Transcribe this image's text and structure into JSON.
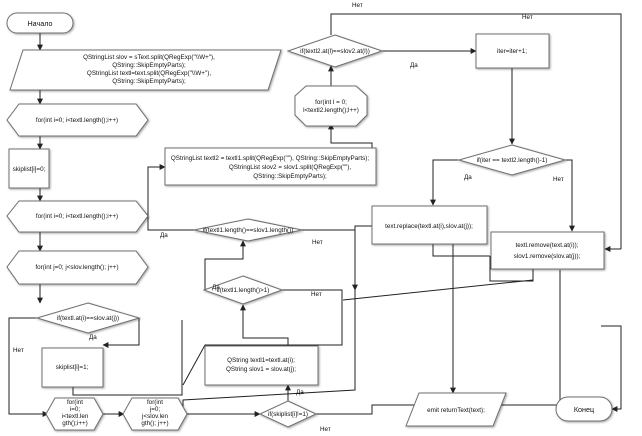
{
  "nodes": {
    "start": "Начало",
    "split_text": [
      "QStringList slov = sText.split(QRegExp(\"\\\\W+\"),",
      "QString::SkipEmptyParts);",
      "QStringList textl=text.split(QRegExp(\"\\\\W+\"),",
      "QString::SkipEmptyParts);"
    ],
    "for_i_1": "for(int i=0; i<textl.length();i++)",
    "skiplist_zero": "skiplist[i]=0;",
    "for_i_2": "for(int i=0; i<textl.length();i++)",
    "for_j_1": "for(int j=0; j<slov.length(); j++)",
    "cond_eq": "if(textl.at(i)==slov.at(j))",
    "skiplist_one": "skiplist[i]=1;",
    "for_i_3": [
      "for(int",
      "i=0;",
      "i<textl.len",
      "gth();i++)"
    ],
    "for_j_2": [
      "for(int",
      "j=0;",
      "j<slov.len",
      "gth(); j++)"
    ],
    "cond_skip": "if(skiplist[i]!=1)",
    "assign_ts": [
      "QString textl1=textl.at(i);",
      "QString slov1 = slov.at(j);"
    ],
    "cond_len": "if(textl1.length()>1)",
    "cond_lens_eq": "if(textl1.length()==slov1.length())",
    "split_l2": [
      "QStringList textl2 = textl1.split(QRegExp(\"\"), QString::SkipEmptyParts);",
      "QStringList slov2 = slov1.split(QRegExp(\"\"),",
      "QString::SkipEmptyParts);"
    ],
    "for_l": [
      "for(int l = 0;",
      "l<textl2.length();l++)"
    ],
    "cond_l": "if(textl2.at(l)==slov2.at(l))",
    "iter_inc": "iter=iter+1;",
    "cond_iter": "if(iter == textl2.length()-1)",
    "replace": "text.replace(textl.at(i),slov.at(j));",
    "remove": [
      "textl.remove(text.at(i));",
      "slov1.remove(slov.at(j));"
    ],
    "emit": "emit returnText(text);",
    "end": "Конец"
  },
  "labels": {
    "no": "Нет",
    "yes": "Да"
  }
}
